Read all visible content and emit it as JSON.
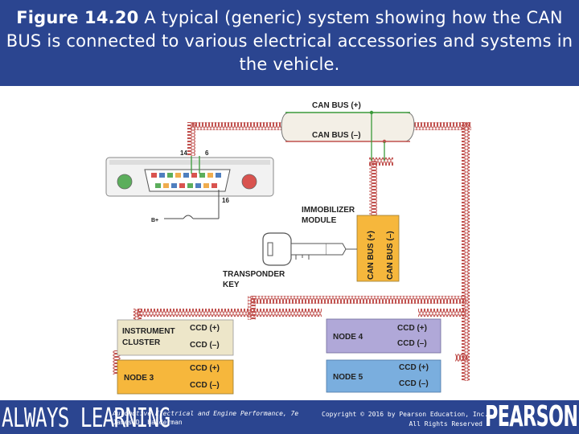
{
  "caption": {
    "figure_label": "Figure 14.20",
    "text": " A typical (generic) system showing how the CAN BUS is connected to various electrical accessories and systems in the vehicle."
  },
  "diagram": {
    "bus_plus_label": "CAN BUS (+)",
    "bus_minus_label": "CAN BUS (–)",
    "pin_14": "14",
    "pin_6": "6",
    "pin_16": "16",
    "battery_label": "B+",
    "immobilizer_line1": "IMMOBILIZER",
    "immobilizer_line2": "MODULE",
    "immobilizer_plus": "CAN BUS (+)",
    "immobilizer_minus": "CAN BUS (–)",
    "transponder_line1": "TRANSPONDER",
    "transponder_line2": "KEY",
    "instrument_line1": "INSTRUMENT",
    "instrument_line2": "CLUSTER",
    "instrument_ccd_plus": "CCD (+)",
    "instrument_ccd_minus": "CCD (–)",
    "node3_label": "NODE 3",
    "node3_ccd_plus": "CCD (+)",
    "node3_ccd_minus": "CCD (–)",
    "node4_label": "NODE 4",
    "node4_ccd_plus": "CCD (+)",
    "node4_ccd_minus": "CCD (–)",
    "node5_label": "NODE 5",
    "node5_ccd_plus": "CCD (+)",
    "node5_ccd_minus": "CCD (–)"
  },
  "colors": {
    "header_bg": "#2b4590",
    "wire_twist": "#c0504d",
    "wire_green": "#3a9a3a",
    "instrument_box": "#ede6c9",
    "node3_box": "#f6b73c",
    "node4_box": "#b0a8d8",
    "node5_box": "#7aaede",
    "immobilizer_box": "#f6b73c"
  },
  "footer": {
    "brand": "ALWAYS LEARNING",
    "book_title": "Automotive Electrical and Engine Performance, 7e",
    "author": "James D. Halderman",
    "copyright_line1": "Copyright © 2016 by Pearson Education, Inc.",
    "copyright_line2": "All Rights Reserved",
    "publisher_logo": "PEARSON"
  }
}
